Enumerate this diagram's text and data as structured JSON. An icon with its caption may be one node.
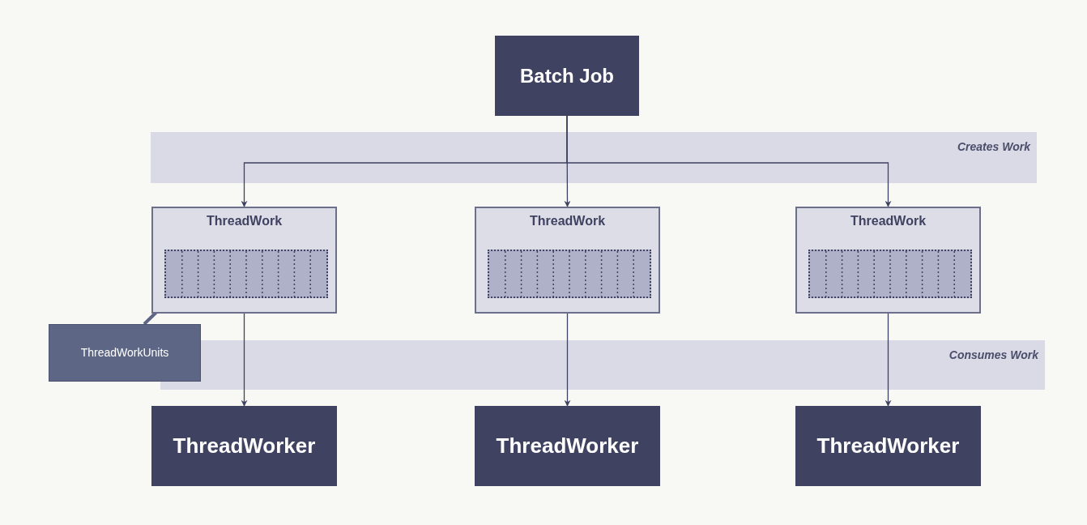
{
  "diagram": {
    "nodes": [
      {
        "text": [
          "Batch Job"
        ]
      },
      {
        "text": [
          "ThreadWork"
        ]
      },
      {
        "text": [
          "ThreadWork"
        ]
      },
      {
        "text": [
          "ThreadWork"
        ]
      },
      {
        "text": [],
        "shape": "bar",
        "in": 1
      },
      {
        "text": [],
        "shape": "bar",
        "in": 2
      },
      {
        "text": [],
        "shape": "bar",
        "in": 3
      },
      {
        "text": [
          "ThreadWorkUnits"
        ]
      },
      {
        "text": [
          "ThreadWorker"
        ]
      },
      {
        "text": [
          "ThreadWorker"
        ]
      },
      {
        "text": [
          "ThreadWorker"
        ]
      }
    ],
    "edges": [
      {
        "from": 0,
        "to": 1,
        "arrow": "to"
      },
      {
        "from": 0,
        "to": 2,
        "arrow": "to"
      },
      {
        "from": 0,
        "to": 3,
        "arrow": "to"
      },
      {
        "from": 1,
        "to": 8,
        "arrow": "to"
      },
      {
        "from": 2,
        "to": 9,
        "arrow": "to"
      },
      {
        "from": 3,
        "to": 10,
        "arrow": "to"
      },
      {
        "from": 7,
        "to": 4,
        "arrow": "none",
        "style": "thick"
      }
    ],
    "labels": [
      "Creates Work",
      "Consumes Work"
    ]
  }
}
